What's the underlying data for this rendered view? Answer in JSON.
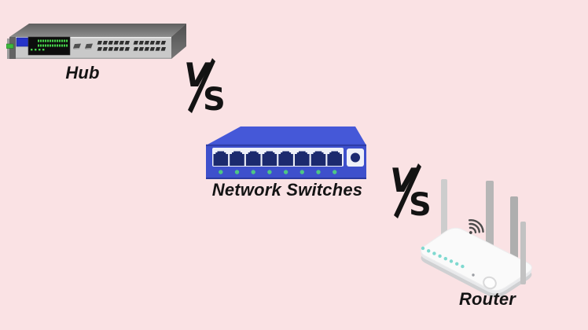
{
  "title": "Hub vs Network Switches vs Router comparison diagram",
  "background_color": "#fae2e4",
  "devices": {
    "hub": {
      "label": "Hub",
      "port_count": 24,
      "small_port_count": 2,
      "indicator_dash_rows": 2,
      "indicator_dash_count": 13,
      "indicator_dot_count": 4,
      "body_color": "#c9c9c9",
      "top_color": "#6b6b6b",
      "display_panel_color": "#0d0d0d",
      "display_led_color": "#46d34b",
      "badge_color": "#2633c8",
      "power_led_color": "#3cb83c"
    },
    "switch": {
      "label": "Network Switches",
      "port_count": 8,
      "led_count": 8,
      "body_color": "#3e50cc",
      "top_color": "#4558d8",
      "port_panel_color": "#eef0f8",
      "port_color": "#1c2a6e",
      "led_color": "#4ec784"
    },
    "router": {
      "label": "Router",
      "antenna_count": 4,
      "led_count": 8,
      "body_color": "#fafafa",
      "base_color": "#cfd0d2",
      "antenna_color": "#bdbdbd",
      "led_color": "#7fd9d0",
      "wifi_icon_color": "#4c4c4c"
    }
  },
  "separators": [
    {
      "top_letter": "V",
      "bottom_letter": "S"
    },
    {
      "top_letter": "V",
      "bottom_letter": "S"
    }
  ],
  "colors": {
    "vs_black": "#131313",
    "label_text": "#141414"
  }
}
